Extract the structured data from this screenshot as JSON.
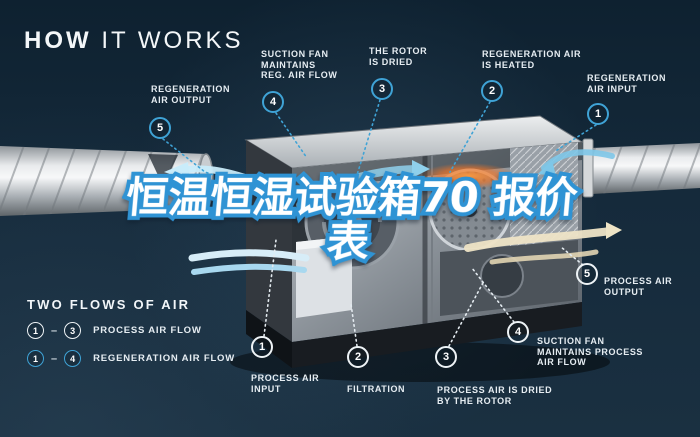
{
  "title": {
    "word1": "HOW",
    "word2": " IT WORKS"
  },
  "overlay_title": {
    "line1": "恒温恒湿试验箱70 报价",
    "line2": "表"
  },
  "colors": {
    "background": "#152a3b",
    "accent_blue": "#3fa3d6",
    "label_text": "#e6edf2",
    "overlay_fill": "#ffffff",
    "overlay_stroke": "#2f93d4",
    "process_arrow_blue": "#c9ecfa",
    "regen_arrow_cream": "#eee4c6",
    "heater_orange": "#f08030"
  },
  "top_callouts": [
    {
      "num": "5",
      "lines": [
        "REGENERATION",
        "AIR OUTPUT"
      ]
    },
    {
      "num": "4",
      "lines": [
        "SUCTION FAN",
        "MAINTAINS",
        "REG. AIR FLOW"
      ]
    },
    {
      "num": "3",
      "lines": [
        "THE ROTOR",
        "IS DRIED"
      ]
    },
    {
      "num": "2",
      "lines": [
        "REGENERATION AIR",
        "IS HEATED"
      ]
    },
    {
      "num": "1",
      "lines": [
        "REGENERATION",
        "AIR INPUT"
      ]
    }
  ],
  "bottom_callouts": [
    {
      "num": "1",
      "lines": [
        "PROCESS AIR",
        "INPUT"
      ]
    },
    {
      "num": "2",
      "lines": [
        "FILTRATION"
      ]
    },
    {
      "num": "3",
      "lines": [
        "PROCESS AIR IS DRIED",
        "BY THE ROTOR"
      ]
    },
    {
      "num": "4",
      "lines": [
        "SUCTION FAN",
        "MAINTAINS PROCESS",
        "AIR FLOW"
      ]
    },
    {
      "num": "5",
      "lines": [
        "PROCESS AIR",
        "OUTPUT"
      ]
    }
  ],
  "legend": {
    "heading": "TWO FLOWS OF AIR",
    "rows": [
      {
        "from": "1",
        "dash": "–",
        "to": "3",
        "label": "PROCESS AIR FLOW"
      },
      {
        "from": "1",
        "dash": "–",
        "to": "4",
        "label": "REGENERATION AIR FLOW"
      }
    ]
  }
}
